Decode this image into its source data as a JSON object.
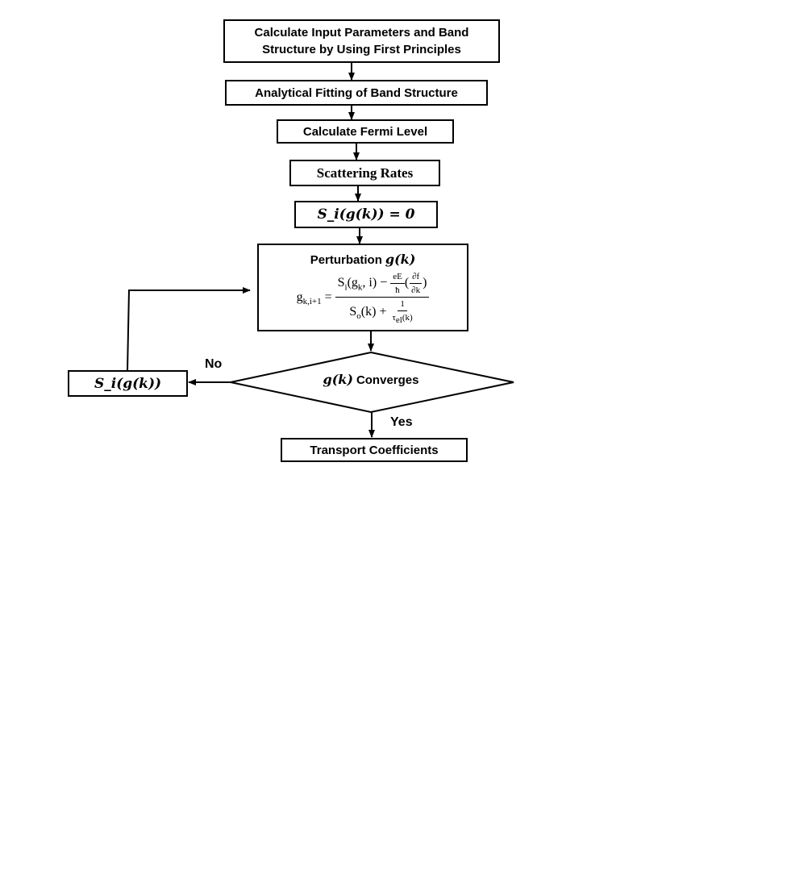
{
  "nodes": {
    "input_params": "Calculate Input Parameters and Band Structure by Using First Principles",
    "fitting": "Analytical Fitting of Band Structure",
    "fermi": "Calculate Fermi Level",
    "scattering": "Scattering Rates",
    "init": "S_i(g(k)) = 0",
    "perturbation_title": "Perturbation",
    "perturbation_var": "g(k)",
    "decision_var": "g(k)",
    "decision_text": "Converges",
    "update": "S_i(g(k))",
    "transport": "Transport Coefficients"
  },
  "edges": {
    "no_label": "No",
    "yes_label": "Yes"
  }
}
